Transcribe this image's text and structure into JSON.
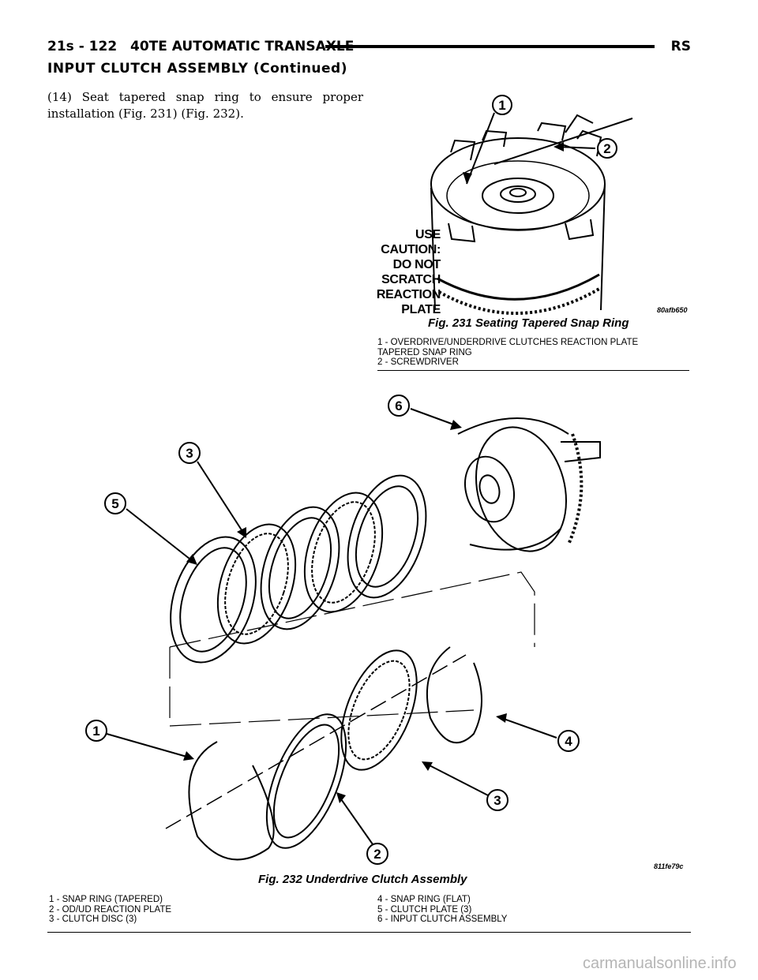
{
  "header": {
    "page_number": "21s - 122",
    "manual_title": "40TE AUTOMATIC TRANSAXLE",
    "model_code": "RS"
  },
  "section_title": "INPUT CLUTCH ASSEMBLY (Continued)",
  "body": {
    "step_14": "(14) Seat tapered snap ring to ensure proper installation (Fig. 231) (Fig. 232)."
  },
  "figure_231": {
    "caption": "Fig. 231 Seating Tapered Snap Ring",
    "image_code": "80afb650",
    "callout_1": "1",
    "callout_2": "2",
    "caution_lines": [
      "USE",
      "CAUTION:",
      "DO NOT",
      "SCRATCH",
      "REACTION",
      "PLATE"
    ],
    "legend": [
      "1 - OVERDRIVE/UNDERDRIVE CLUTCHES REACTION PLATE",
      "TAPERED SNAP RING",
      "2 - SCREWDRIVER"
    ]
  },
  "figure_232": {
    "caption": "Fig. 232 Underdrive Clutch Assembly",
    "image_code": "811fe79c",
    "callouts": {
      "c6": "6",
      "c3_top": "3",
      "c5": "5",
      "c1": "1",
      "c4": "4",
      "c3_bottom": "3",
      "c2": "2"
    },
    "legend_left": [
      "1 - SNAP RING (TAPERED)",
      "2 - OD/UD REACTION PLATE",
      "3 - CLUTCH DISC (3)"
    ],
    "legend_right": [
      "4 - SNAP RING (FLAT)",
      "5 - CLUTCH PLATE (3)",
      "6 - INPUT CLUTCH ASSEMBLY"
    ]
  },
  "watermark": "carmanualsonline.info"
}
